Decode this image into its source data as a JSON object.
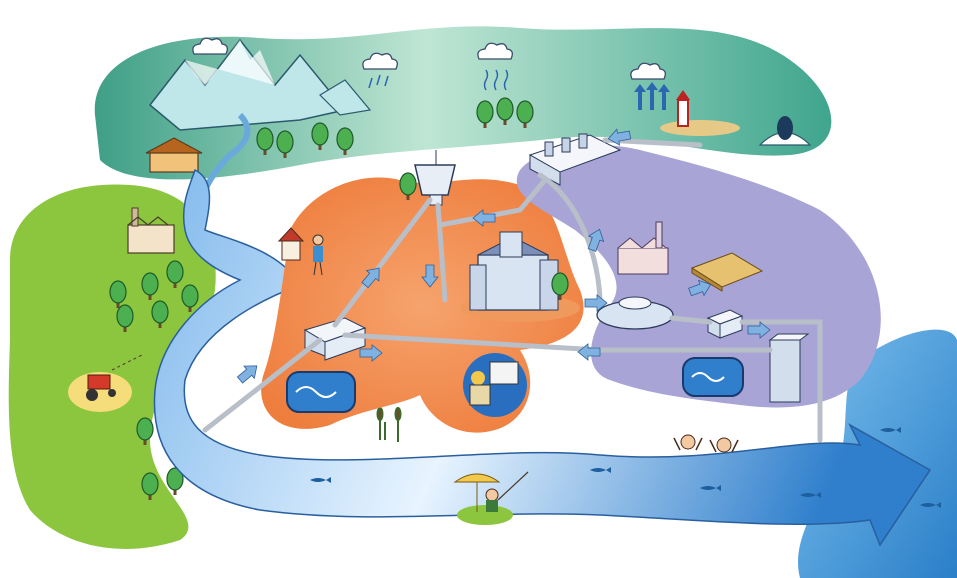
{
  "scene": {
    "regions": {
      "mountains_coast": "mountains-and-coast-zone",
      "agriculture": "agriculture-zone",
      "urban": "urban-zone",
      "industrial": "industrial-zone",
      "sea": "sea-zone"
    },
    "icons": {
      "cloud": "cloud-icon",
      "tree": "tree-icon",
      "house": "house-icon",
      "factory": "factory-icon",
      "water_tower": "water-tower-icon",
      "treatment_plant": "treatment-plant-icon",
      "fish": "fish-icon",
      "lighthouse": "lighthouse-icon",
      "tractor": "tractor-icon",
      "fisherman": "fisherman-icon",
      "swimmers": "swimmers-icon",
      "computer_worker": "computer-worker-icon"
    },
    "colors": {
      "mountain_zone": "#5fb9a0",
      "agriculture_zone": "#8cc63f",
      "urban_zone": "#f28b50",
      "industrial_zone": "#a9a4d6",
      "river": "#3f8fd8",
      "sea": "#4aa3e0",
      "pipe": "#b8bfc8",
      "flow_arrow": "#6fa7d8"
    }
  }
}
